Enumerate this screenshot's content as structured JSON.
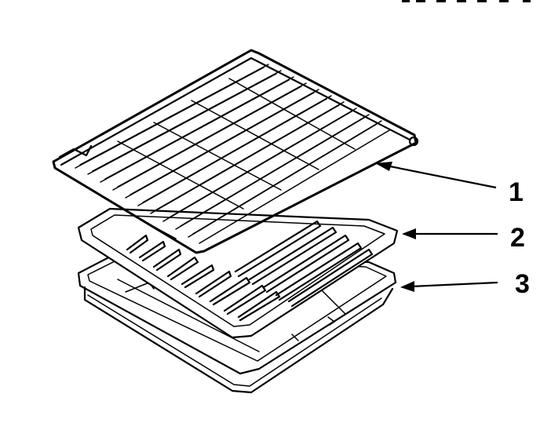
{
  "callouts": [
    {
      "label": "1"
    },
    {
      "label": "2"
    },
    {
      "label": "3"
    }
  ],
  "parts": [
    "oven-rack",
    "broiler-grid",
    "broiler-pan"
  ],
  "colors": {
    "ink": "#000000",
    "paper": "#ffffff"
  }
}
